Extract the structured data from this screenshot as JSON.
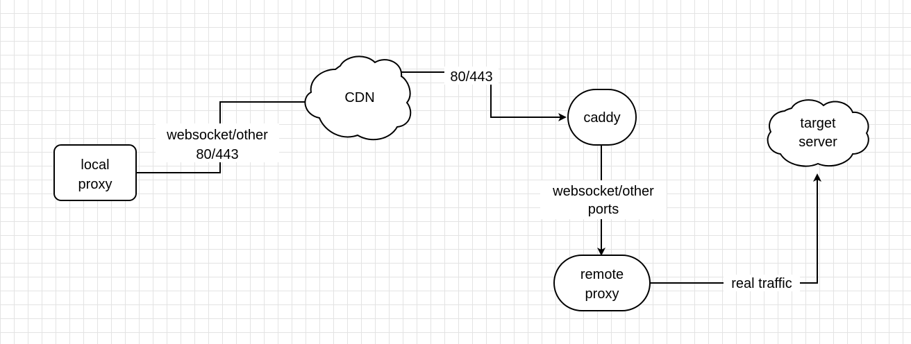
{
  "nodes": {
    "local_proxy": {
      "line1": "local",
      "line2": "proxy"
    },
    "cdn": {
      "label": "CDN"
    },
    "caddy": {
      "label": "caddy"
    },
    "target_server": {
      "line1": "target",
      "line2": "server"
    },
    "remote_proxy": {
      "line1": "remote",
      "line2": "proxy"
    }
  },
  "edges": {
    "local_to_cdn": {
      "line1": "websocket/other",
      "line2": "80/443"
    },
    "cdn_to_caddy": {
      "label": "80/443"
    },
    "caddy_to_remote": {
      "line1": "websocket/other",
      "line2": "ports"
    },
    "remote_to_target": {
      "label": "real traffic"
    }
  },
  "colors": {
    "stroke": "#000000",
    "fill": "#ffffff",
    "grid": "#e3e3e3"
  }
}
